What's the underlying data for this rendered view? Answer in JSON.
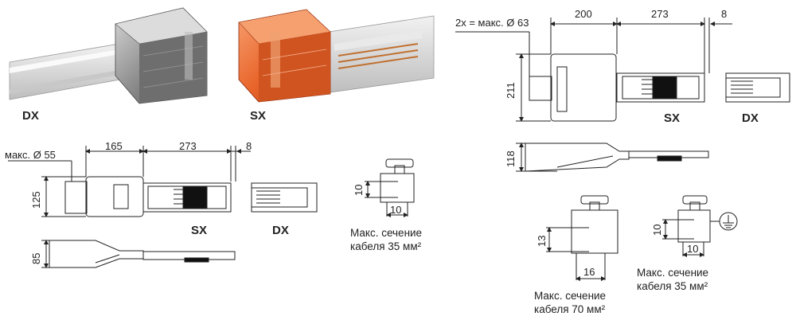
{
  "labels": {
    "dx_photo": "DX",
    "sx_photo": "SX",
    "left_plan": {
      "diameter": "макс. Ø 55",
      "width_body": "165",
      "width_tail": "273",
      "width_end": "8",
      "height": "125",
      "sx": "SX",
      "dx": "DX"
    },
    "left_side": {
      "height": "85"
    },
    "right_plan": {
      "diameter": "2x = макс. Ø 63",
      "width_body": "200",
      "width_tail": "273",
      "width_end": "8",
      "height": "211",
      "sx": "SX",
      "dx": "DX"
    },
    "right_side": {
      "height": "118"
    },
    "clamp_small": {
      "h": "10",
      "w": "10",
      "caption1": "Макс. сечение",
      "caption2": "кабеля 35 мм²"
    },
    "clamp_large": {
      "h": "13",
      "w": "16",
      "caption1": "Макс. сечение",
      "caption2": "кабеля 70 мм²"
    },
    "clamp_ground": {
      "h": "10",
      "w": "10",
      "caption1": "Макс. сечение",
      "caption2": "кабеля 35 мм²"
    }
  },
  "colors": {
    "line": "#222222",
    "gray_box": "#8a8a8a",
    "orange_box": "#e86a2a",
    "rail": "#dcdcdc"
  }
}
